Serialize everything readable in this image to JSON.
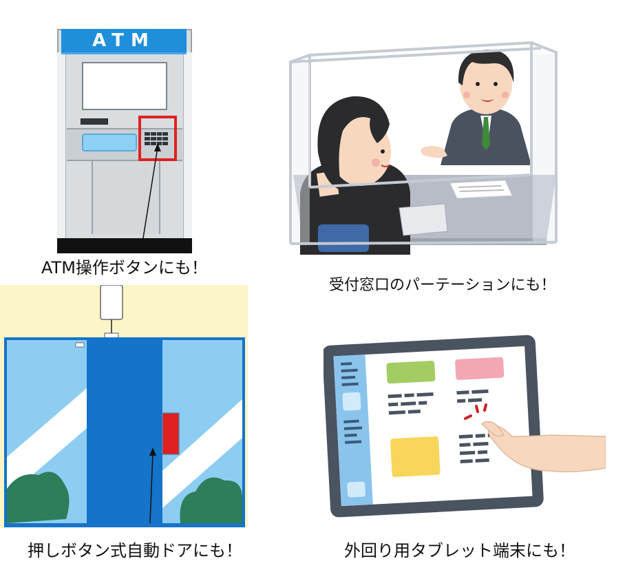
{
  "atm": {
    "header": "ATM",
    "caption": "ATM操作ボタンにも！"
  },
  "reception": {
    "caption": "受付窓口のパーテーションにも！"
  },
  "door": {
    "caption": "押しボタン式自動ドアにも！"
  },
  "tablet": {
    "caption": "外回り用タブレット端末にも！"
  },
  "colors": {
    "highlight": "#e02020",
    "door_blue": "#1573c9",
    "glass": "#8ecdf2",
    "wall": "#fbf5c8"
  }
}
